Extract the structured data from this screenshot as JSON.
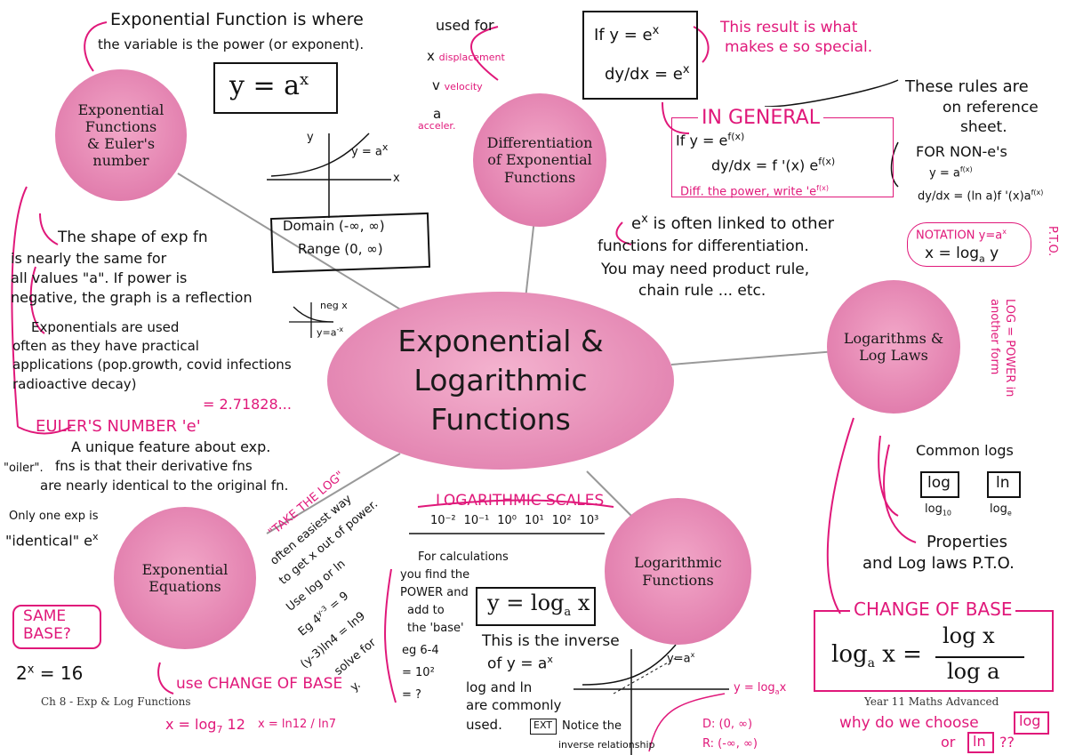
{
  "title": "Exponential &\nLogarithmic\nFunctions",
  "nodes": {
    "exp_functions": "Exponential\nFunctions\n& Euler's\nnumber",
    "differentiation": "Differentiation\nof Exponential\nFunctions",
    "logarithms": "Logarithms &\nLog Laws",
    "exp_equations": "Exponential\nEquations",
    "log_functions": "Logarithmic\nFunctions"
  },
  "exp_section": {
    "intro_1": "Exponential Function is where",
    "intro_2": "the variable is the power (or exponent).",
    "formula": "y = a",
    "formula_exp": "x",
    "graph_label": "y = a",
    "graph_label_exp": "x",
    "axis_x": "x",
    "axis_y": "y",
    "domain": "Domain (-∞, ∞)",
    "range": "Range (0, ∞)",
    "shape_1": "The shape of exp fn",
    "shape_2": "is nearly the same for",
    "shape_3": "all values \"a\". If power is",
    "shape_4": "negative, the graph is a reflection",
    "neg_label": "neg x",
    "neg_curve": "y=a",
    "neg_curve_exp": "-x",
    "apps_1": "Exponentials are used",
    "apps_2": "often as they have practical",
    "apps_3": "applications (pop.growth, covid infections",
    "apps_4": "radioactive decay)"
  },
  "euler": {
    "value": "= 2.71828...",
    "heading": "EULER'S NUMBER 'e'",
    "desc_1": "A unique feature about exp.",
    "desc_2": "fns is that their derivative fns",
    "desc_3": "are nearly identical to the original fn.",
    "oiler": "\"oiler\".",
    "only_1": "Only one exp is",
    "only_2": "\"identical\" e",
    "only_exp": "x"
  },
  "uses": {
    "label": "used for",
    "x": "x",
    "x_desc": "displacement",
    "v": "v",
    "v_desc": "velocity",
    "a": "a",
    "a_desc": "acceler."
  },
  "diff": {
    "if": "If y = e",
    "if_exp": "x",
    "dydx": "dy/dx = e",
    "dydx_exp": "x",
    "special": "This result is what",
    "special_2": "makes e so special.",
    "general": "IN GENERAL",
    "gen_if": "If y = e",
    "gen_if_exp": "f(x)",
    "gen_dydx": "dy/dx = f '(x) e",
    "gen_dydx_exp": "f(x)",
    "diff_power": "Diff. the power, write 'e",
    "diff_power_exp": "f(x)",
    "linked_1": "e",
    "linked_exp": "x",
    "linked_2": " is often linked to other",
    "linked_3": "functions for differentiation.",
    "linked_4": "You may need product rule,",
    "linked_5": "chain rule ... etc.",
    "rules_1": "These rules are",
    "rules_2": "on reference",
    "rules_3": "sheet.",
    "non_e": "FOR NON-e's",
    "non_e_formula": "y = a",
    "non_e_exp": "f(x)",
    "non_e_dydx": "dy/dx = (ln a)f '(x)a",
    "non_e_dydx_exp": "f(x)"
  },
  "log_section": {
    "notation_label": "NOTATION y=a",
    "notation_exp": "x",
    "notation_formula": "x = log",
    "notation_base": "a",
    "notation_y": " y",
    "pto": "P.T.O.",
    "log_power_1": "LOG = POWER in",
    "log_power_2": "another form",
    "common_logs": "Common logs",
    "log": "log",
    "ln": "ln",
    "log10": "log",
    "log10_base": "10",
    "loge": "log",
    "loge_base": "e",
    "properties_1": "Properties",
    "properties_2": "and Log laws P.T.O.",
    "change_base": "CHANGE OF BASE",
    "cob_lhs": "log",
    "cob_lhs_base": "a",
    "cob_lhs_x": " x =",
    "cob_num": "log x",
    "cob_den": "log a",
    "why": "why do we choose",
    "why_or": "or",
    "why_q": "??"
  },
  "equations": {
    "take_log": "\"TAKE THE LOG\"",
    "easiest_1": "often easiest way",
    "easiest_2": "to get x out of power.",
    "use_log": "Use log or ln",
    "eg_1": "Eg 4",
    "eg_exp": "y-3",
    "eg_1b": " = 9",
    "eg_2": "(y-3)ln4 = ln9",
    "solve": "solve for",
    "y": "y.",
    "same_base": "SAME BASE?",
    "same_eq": "2",
    "same_exp": "x",
    "same_eq_b": " = 16",
    "use_cob": "use CHANGE OF BASE",
    "cob_eq_1": "x = log",
    "cob_eq_1_base": "7",
    "cob_eq_1_b": " 12",
    "cob_eq_2": "x = ln12 / ln7"
  },
  "log_scales": {
    "heading": "LOGARITHMIC SCALES",
    "ticks": [
      "10⁻²",
      "10⁻¹",
      "10⁰",
      "10¹",
      "10²",
      "10³"
    ],
    "calc_1": "For calculations",
    "calc_2": "you find the",
    "calc_3": "POWER and",
    "calc_4": "add to",
    "calc_5": "the 'base'",
    "calc_6": "eg 6-4",
    "calc_7": "= 10²",
    "calc_8": "= ?"
  },
  "log_funcs": {
    "formula": "y = log",
    "formula_base": "a",
    "formula_x": " x",
    "inverse_1": "This is the inverse",
    "inverse_2": "of  y = a",
    "inverse_exp": "x",
    "common_1": "log and ln",
    "common_2": "are commonly",
    "common_3": "used.",
    "ext": "EXT",
    "notice_1": "Notice the",
    "notice_2": "inverse relationship",
    "graph_exp": "y=a",
    "graph_exp_exp": "x",
    "graph_log": "y = log",
    "graph_log_base": "a",
    "graph_log_x": "x",
    "domain": "D: (0, ∞)",
    "range": "R: (-∞, ∞)"
  },
  "footer": {
    "left": "Ch 8 - Exp & Log Functions",
    "right": "Year 11 Maths Advanced"
  },
  "colors": {
    "node_pink": "#e27fae",
    "ink_pink": "#e0187a",
    "ink": "#111111"
  }
}
